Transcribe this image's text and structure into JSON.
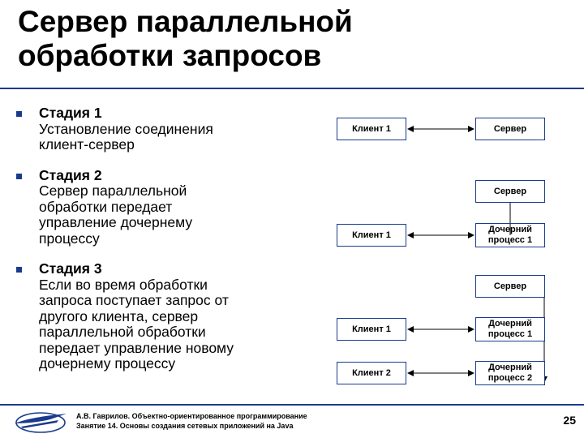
{
  "slide": {
    "title_line1": "Сервер параллельной",
    "title_line2": "обработки запросов"
  },
  "stages": [
    {
      "head": "Стадия 1",
      "lines": [
        "Установление соединения",
        "клиент-сервер"
      ]
    },
    {
      "head": "Стадия 2",
      "lines": [
        "Сервер параллельной",
        "обработки передает",
        "управление дочернему",
        "процессу"
      ]
    },
    {
      "head": "Стадия 3",
      "lines": [
        "Если во время обработки",
        "запроса поступает запрос от",
        "другого клиента, сервер",
        "параллельной обработки",
        "передает управление новому",
        "дочернему процессу"
      ]
    }
  ],
  "diagram": {
    "d1": {
      "client": "Клиент 1",
      "server": "Сервер"
    },
    "d2": {
      "server": "Сервер",
      "client": "Клиент 1",
      "child_l1": "Дочерний",
      "child_l2": "процесс 1"
    },
    "d3": {
      "server": "Сервер",
      "client1": "Клиент 1",
      "child1_l1": "Дочерний",
      "child1_l2": "процесс 1",
      "client2": "Клиент 2",
      "child2_l1": "Дочерний",
      "child2_l2": "процесс 2"
    }
  },
  "footer": {
    "line1": "А.В. Гаврилов. Объектно-ориентированное программирование",
    "line2": "Занятие 14. Основы создания сетевых приложений на Java",
    "page": "25"
  },
  "colors": {
    "accent": "#1a3b8c"
  }
}
